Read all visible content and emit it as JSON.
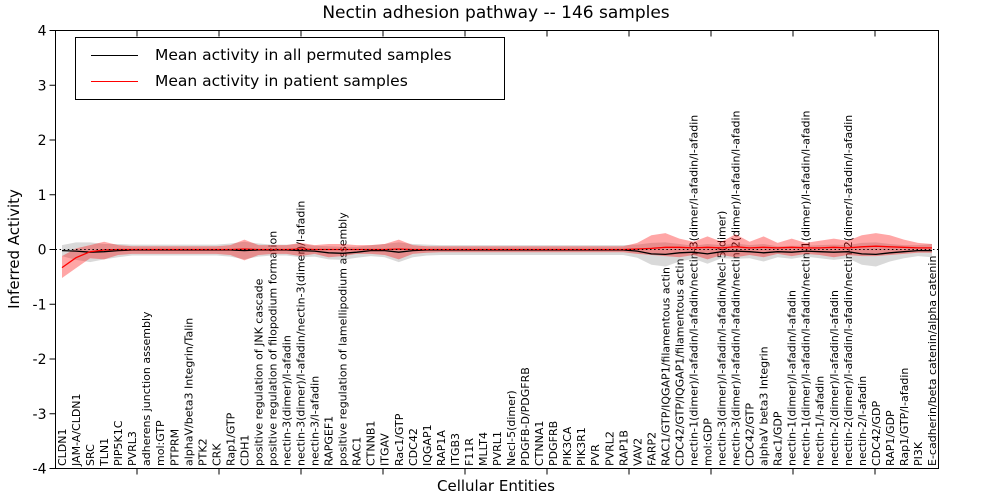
{
  "title": "Nectin adhesion pathway -- 146 samples",
  "legend": [
    {
      "label": "Mean activity in all permuted samples",
      "color": "#000000"
    },
    {
      "label": "Mean activity in patient samples",
      "color": "#ff0000"
    }
  ],
  "chart_data": {
    "type": "line",
    "title": "Nectin adhesion pathway -- 146 samples",
    "xlabel": "Cellular Entities",
    "ylabel": "Inferred Activity",
    "ylim": [
      -4,
      4
    ],
    "yticks": [
      -4,
      -3,
      -2,
      -1,
      0,
      1,
      2,
      3,
      4
    ],
    "grid": false,
    "zero_line": true,
    "legend_position": "upper left",
    "categories": [
      "CLDN1",
      "JAM-A/CLDN1",
      "SRC",
      "TLN1",
      "PIP5K1C",
      "PVRL3",
      "adherens junction assembly",
      "mol:GTP",
      "PTPRM",
      "alphaV/beta3 Integrin/Talin",
      "PTK2",
      "CRK",
      "Rap1/GTP",
      "CDH1",
      "positive regulation of JNK cascade",
      "positive regulation of filopodium formation",
      "nectin-3(dimer)/l-afadin",
      "nectin-3(dimer)/l-afadin/nectin-3(dimer)/l-afadin",
      "nectin-3/l-afadin",
      "RAPGEF1",
      "positive regulation of lamellipodium assembly",
      "RAC1",
      "CTNNB1",
      "ITGAV",
      "Rac1/GTP",
      "CDC42",
      "IQGAP1",
      "RAP1A",
      "ITGB3",
      "F11R",
      "MLLT4",
      "PVRL1",
      "Necl-5(dimer)",
      "PDGFB-D/PDGFRB",
      "CTNNA1",
      "PDGFRB",
      "PIK3CA",
      "PIK3R1",
      "PVR",
      "PVRL2",
      "RAP1B",
      "VAV2",
      "FARP2",
      "RAC1/GTP/IQGAP1/filamentous actin",
      "CDC42/GTP/IQGAP1/filamentous actin",
      "nectin-1(dimer)/l-afadin/l-afadin/nectin-3(dimer/l-afadin/l-afadin",
      "mol:GDP",
      "nectin-3(dimer)/l-afadin/l-afadin/Necl-5(dimer)",
      "nectin-3(dimer)/l-afadin/l-afadin/nectin-2(dimer)/l-afadin/l-afadin",
      "CDC42/GTP",
      "alphaV beta3 Integrin",
      "Rac1/GDP",
      "nectin-1(dimer)/l-afadin/l-afadin",
      "nectin-1(dimer)/l-afadin/l-afadin/nectin-1(dimer)/l-afadin/l-afadin",
      "nectin-1/l-afadin",
      "nectin-2(dimer)/l-afadin/l-afadin",
      "nectin-2(dimer)/l-afadin/l-afadin/nectin-2(dimer/l-afadin/l-afadin",
      "nectin-2/l-afadin",
      "CDC42/GDP",
      "RAP1/GDP",
      "Rap1/GTP/l-afadin",
      "PI3K",
      "E-cadherin/beta catenin/alpha catenin"
    ],
    "series": [
      {
        "name": "Mean activity in all permuted samples",
        "line_color": "#000000",
        "band_color": "#888888",
        "band_opacity": 0.32,
        "mean": [
          -0.02,
          -0.03,
          -0.05,
          -0.04,
          -0.02,
          -0.01,
          -0.01,
          -0.01,
          -0.01,
          -0.01,
          -0.01,
          -0.01,
          -0.01,
          -0.02,
          -0.01,
          -0.01,
          -0.01,
          -0.02,
          -0.03,
          -0.06,
          -0.07,
          -0.05,
          -0.02,
          -0.02,
          -0.05,
          -0.02,
          -0.01,
          -0.01,
          -0.01,
          -0.01,
          -0.01,
          -0.01,
          -0.01,
          -0.01,
          -0.01,
          -0.01,
          -0.01,
          -0.01,
          -0.01,
          -0.01,
          -0.01,
          -0.03,
          -0.08,
          -0.09,
          -0.06,
          -0.05,
          -0.08,
          -0.04,
          -0.03,
          -0.04,
          -0.06,
          -0.04,
          -0.05,
          -0.03,
          -0.04,
          -0.05,
          -0.04,
          -0.08,
          -0.09,
          -0.06,
          -0.04,
          -0.02,
          -0.02
        ],
        "band_low": [
          -0.12,
          -0.19,
          -0.23,
          -0.18,
          -0.14,
          -0.11,
          -0.11,
          -0.11,
          -0.11,
          -0.11,
          -0.11,
          -0.11,
          -0.13,
          -0.18,
          -0.13,
          -0.11,
          -0.11,
          -0.14,
          -0.13,
          -0.18,
          -0.19,
          -0.15,
          -0.12,
          -0.14,
          -0.23,
          -0.14,
          -0.11,
          -0.1,
          -0.1,
          -0.1,
          -0.1,
          -0.1,
          -0.1,
          -0.1,
          -0.1,
          -0.1,
          -0.1,
          -0.1,
          -0.1,
          -0.1,
          -0.1,
          -0.15,
          -0.28,
          -0.31,
          -0.22,
          -0.17,
          -0.26,
          -0.16,
          -0.17,
          -0.16,
          -0.22,
          -0.14,
          -0.17,
          -0.13,
          -0.16,
          -0.19,
          -0.16,
          -0.28,
          -0.31,
          -0.22,
          -0.16,
          -0.12,
          -0.14
        ],
        "band_high": [
          0.08,
          0.13,
          0.13,
          0.1,
          0.1,
          0.09,
          0.09,
          0.09,
          0.09,
          0.09,
          0.09,
          0.09,
          0.11,
          0.14,
          0.11,
          0.09,
          0.09,
          0.1,
          0.07,
          0.06,
          0.05,
          0.05,
          0.08,
          0.1,
          0.13,
          0.1,
          0.09,
          0.08,
          0.08,
          0.08,
          0.08,
          0.08,
          0.08,
          0.08,
          0.08,
          0.08,
          0.08,
          0.08,
          0.08,
          0.08,
          0.08,
          0.09,
          0.12,
          0.13,
          0.1,
          0.07,
          0.1,
          0.08,
          0.11,
          0.08,
          0.1,
          0.06,
          0.07,
          0.07,
          0.08,
          0.09,
          0.08,
          0.12,
          0.13,
          0.1,
          0.08,
          0.08,
          0.1
        ]
      },
      {
        "name": "Mean activity in patient samples",
        "line_color": "#ff0000",
        "band_color": "#ff0000",
        "band_opacity": 0.35,
        "mean": [
          -0.33,
          -0.15,
          -0.04,
          -0.01,
          0.0,
          0.0,
          0.0,
          0.0,
          0.0,
          0.0,
          0.0,
          0.0,
          0.0,
          0.01,
          0.0,
          0.0,
          0.0,
          0.01,
          0.0,
          0.0,
          0.0,
          0.0,
          0.0,
          0.0,
          0.01,
          0.0,
          0.0,
          0.0,
          0.0,
          0.0,
          0.0,
          0.0,
          0.0,
          0.0,
          0.0,
          0.0,
          0.0,
          0.0,
          0.0,
          0.0,
          0.0,
          0.01,
          0.02,
          0.04,
          0.04,
          0.03,
          0.04,
          0.03,
          0.05,
          0.03,
          0.04,
          0.03,
          0.04,
          0.03,
          0.03,
          0.04,
          0.03,
          0.05,
          0.06,
          0.05,
          0.04,
          0.03,
          0.03
        ],
        "band_low": [
          -0.52,
          -0.34,
          -0.16,
          -0.18,
          -0.1,
          -0.08,
          -0.08,
          -0.08,
          -0.08,
          -0.08,
          -0.08,
          -0.08,
          -0.1,
          -0.2,
          -0.1,
          -0.08,
          -0.08,
          -0.12,
          -0.08,
          -0.14,
          -0.12,
          -0.08,
          -0.08,
          -0.1,
          -0.18,
          -0.08,
          -0.06,
          -0.05,
          -0.05,
          -0.05,
          -0.05,
          -0.05,
          -0.05,
          -0.05,
          -0.05,
          -0.05,
          -0.05,
          -0.05,
          -0.05,
          -0.05,
          -0.05,
          -0.08,
          -0.1,
          -0.12,
          -0.14,
          -0.1,
          -0.18,
          -0.1,
          -0.14,
          -0.1,
          -0.14,
          -0.08,
          -0.12,
          -0.08,
          -0.1,
          -0.14,
          -0.1,
          -0.12,
          -0.12,
          -0.1,
          -0.08,
          -0.06,
          -0.06
        ],
        "band_high": [
          -0.12,
          0.02,
          0.08,
          0.14,
          0.08,
          0.06,
          0.06,
          0.06,
          0.06,
          0.06,
          0.06,
          0.06,
          0.08,
          0.18,
          0.08,
          0.08,
          0.08,
          0.12,
          0.08,
          0.1,
          0.1,
          0.08,
          0.08,
          0.1,
          0.18,
          0.08,
          0.06,
          0.06,
          0.06,
          0.06,
          0.06,
          0.06,
          0.06,
          0.06,
          0.06,
          0.06,
          0.06,
          0.06,
          0.06,
          0.06,
          0.06,
          0.12,
          0.26,
          0.3,
          0.2,
          0.14,
          0.24,
          0.14,
          0.28,
          0.14,
          0.24,
          0.12,
          0.2,
          0.12,
          0.16,
          0.2,
          0.16,
          0.26,
          0.3,
          0.26,
          0.18,
          0.12,
          0.1
        ]
      }
    ]
  }
}
